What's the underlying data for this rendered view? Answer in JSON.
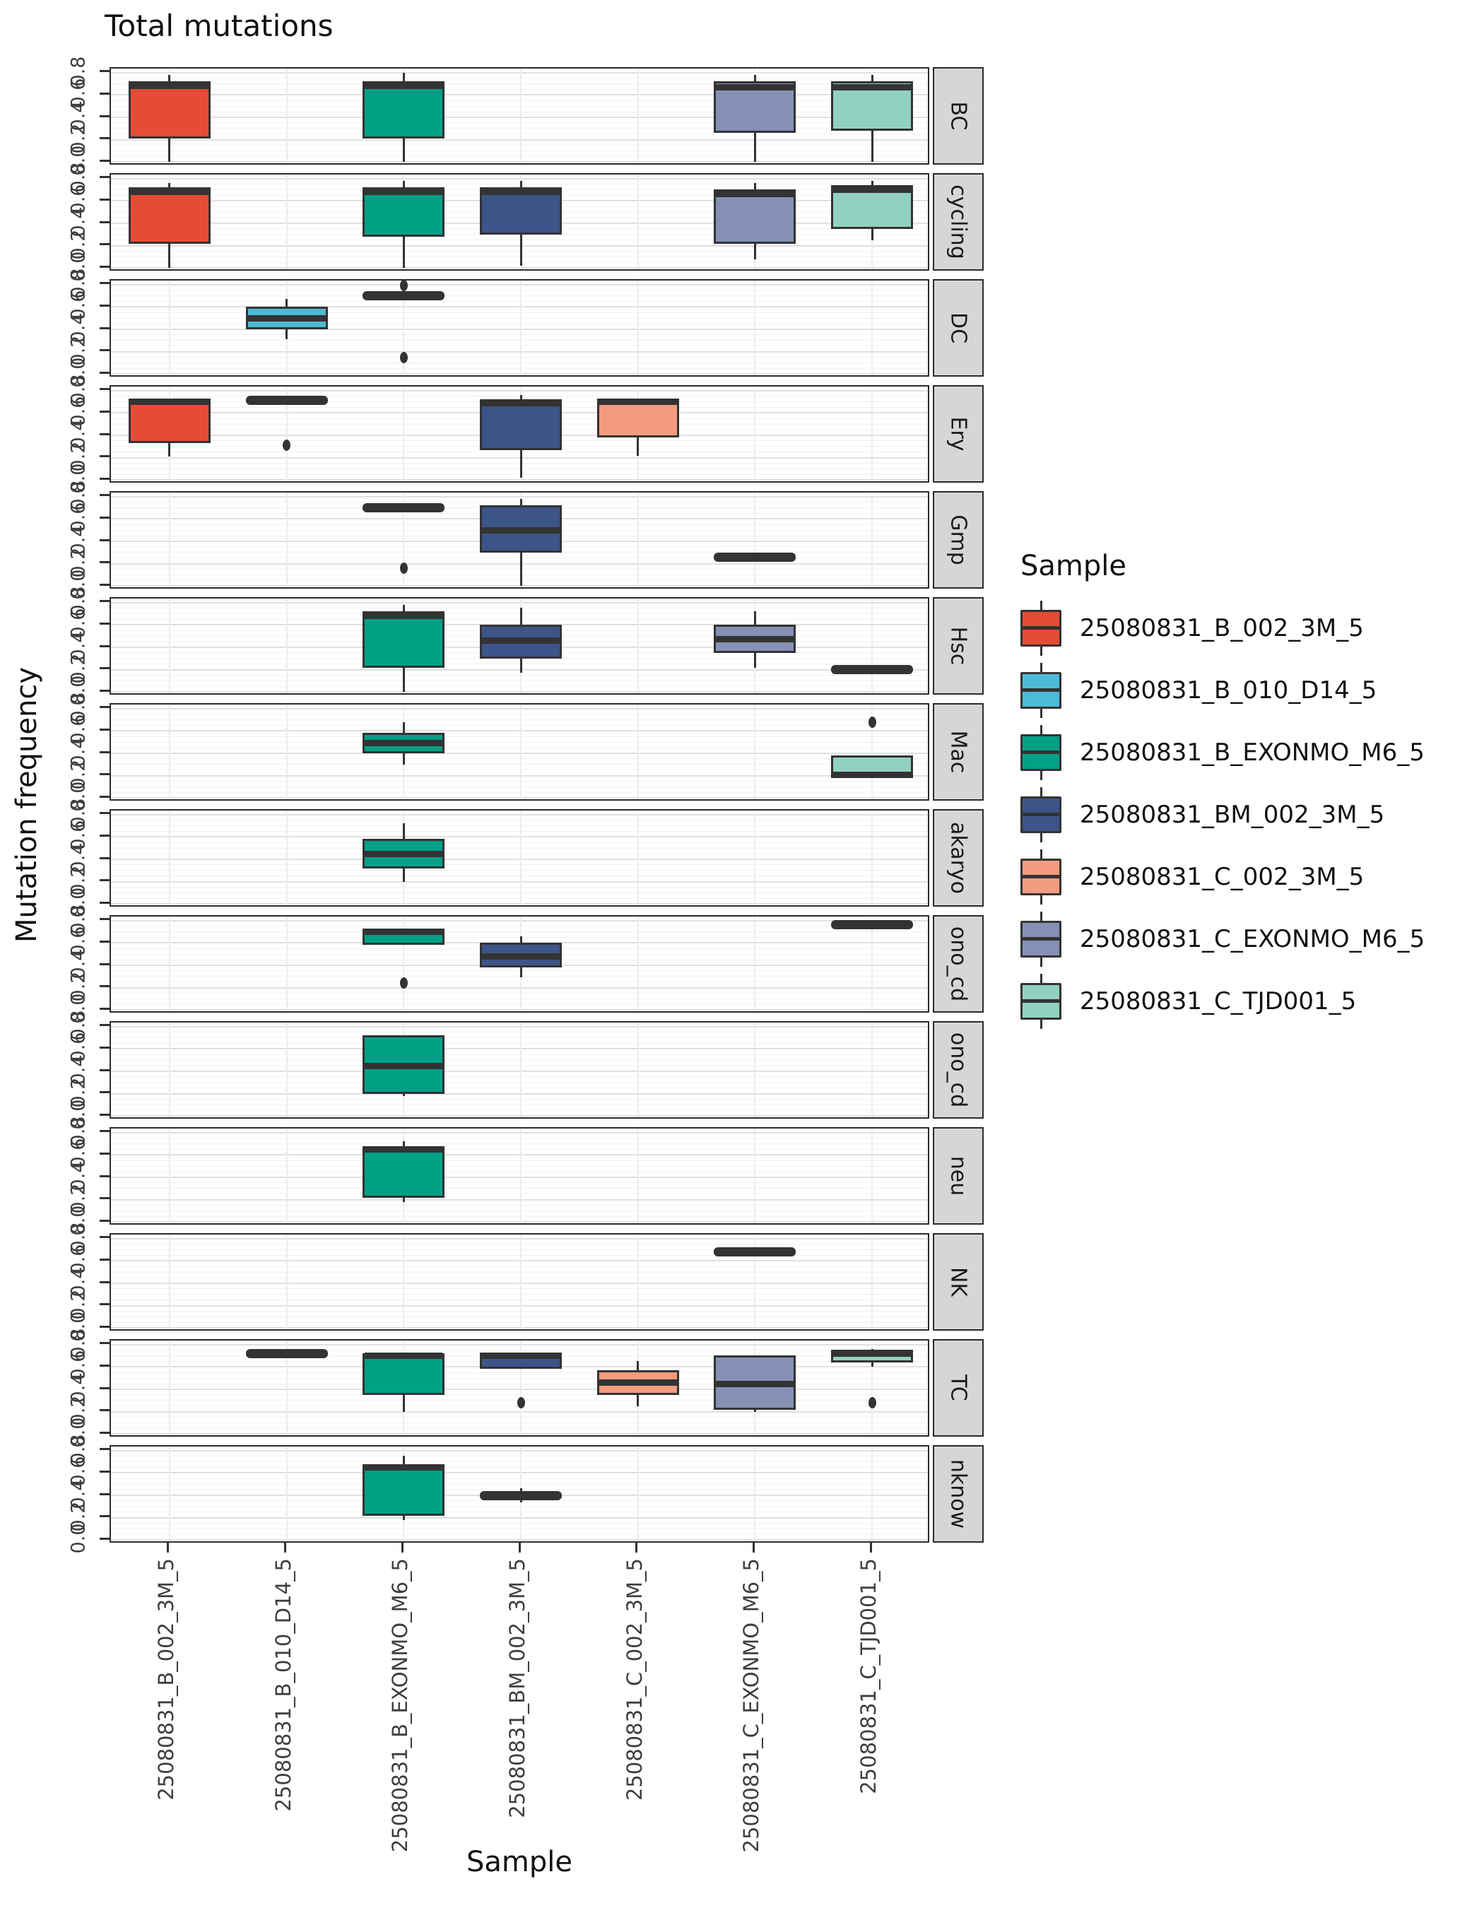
{
  "title": "Total mutations",
  "axes": {
    "x_label": "Sample",
    "y_label": "Mutation frequency"
  },
  "legend": {
    "title": "Sample",
    "entries": [
      {
        "label": "25080831_B_002_3M_5",
        "color": "#E64B35"
      },
      {
        "label": "25080831_B_010_D14_5",
        "color": "#4DBBD5"
      },
      {
        "label": "25080831_B_EXONMO_M6_5",
        "color": "#00A087"
      },
      {
        "label": "25080831_BM_002_3M_5",
        "color": "#3C5488"
      },
      {
        "label": "25080831_C_002_3M_5",
        "color": "#F39B7F"
      },
      {
        "label": "25080831_C_EXONMO_M6_5",
        "color": "#8491B4"
      },
      {
        "label": "25080831_C_TJD001_5",
        "color": "#91D1C2"
      }
    ]
  },
  "chart_data": {
    "type": "boxplot",
    "title": "Total mutations",
    "xlabel": "Sample",
    "ylabel": "Mutation frequency",
    "ylim": [
      0,
      0.8
    ],
    "y_tick_labels": [
      "0.8",
      "0.6",
      "0.4",
      "0.2",
      "0.0"
    ],
    "y_tick_values": [
      0.8,
      0.6,
      0.4,
      0.2,
      0.0
    ],
    "grid": true,
    "legend_position": "right",
    "categories": [
      "25080831_B_002_3M_5",
      "25080831_B_010_D14_5",
      "25080831_B_EXONMO_M6_5",
      "25080831_BM_002_3M_5",
      "25080831_C_002_3M_5",
      "25080831_C_EXONMO_M6_5",
      "25080831_C_TJD001_5"
    ],
    "palette": [
      "#E64B35",
      "#4DBBD5",
      "#00A087",
      "#3C5488",
      "#F39B7F",
      "#8491B4",
      "#91D1C2"
    ],
    "facets": [
      {
        "label": "BC",
        "boxes": [
          {
            "sample": 0,
            "q1": 0.21,
            "q3": 0.72,
            "median": 0.68,
            "whisker_low": 0.0,
            "whisker_high": 0.78,
            "outliers": []
          },
          {
            "sample": 2,
            "q1": 0.21,
            "q3": 0.72,
            "median": 0.68,
            "whisker_low": 0.0,
            "whisker_high": 0.8,
            "outliers": []
          },
          {
            "sample": 5,
            "q1": 0.26,
            "q3": 0.72,
            "median": 0.67,
            "whisker_low": 0.0,
            "whisker_high": 0.78,
            "outliers": []
          },
          {
            "sample": 6,
            "q1": 0.28,
            "q3": 0.72,
            "median": 0.67,
            "whisker_low": 0.0,
            "whisker_high": 0.78,
            "outliers": []
          }
        ]
      },
      {
        "label": "cycling",
        "boxes": [
          {
            "sample": 0,
            "q1": 0.22,
            "q3": 0.72,
            "median": 0.68,
            "whisker_low": 0.0,
            "whisker_high": 0.76,
            "outliers": []
          },
          {
            "sample": 2,
            "q1": 0.28,
            "q3": 0.72,
            "median": 0.68,
            "whisker_low": 0.0,
            "whisker_high": 0.78,
            "outliers": []
          },
          {
            "sample": 3,
            "q1": 0.3,
            "q3": 0.72,
            "median": 0.68,
            "whisker_low": 0.02,
            "whisker_high": 0.78,
            "outliers": []
          },
          {
            "sample": 5,
            "q1": 0.22,
            "q3": 0.7,
            "median": 0.66,
            "whisker_low": 0.08,
            "whisker_high": 0.76,
            "outliers": []
          },
          {
            "sample": 6,
            "q1": 0.35,
            "q3": 0.74,
            "median": 0.7,
            "whisker_low": 0.25,
            "whisker_high": 0.78,
            "outliers": []
          }
        ]
      },
      {
        "label": "DC",
        "boxes": [
          {
            "sample": 1,
            "q1": 0.4,
            "q3": 0.6,
            "median": 0.5,
            "whisker_low": 0.31,
            "whisker_high": 0.67,
            "outliers": []
          },
          {
            "sample": 2,
            "flat": 0.7,
            "outliers": [
              0.79,
              0.15
            ]
          }
        ]
      },
      {
        "label": "Ery",
        "boxes": [
          {
            "sample": 0,
            "q1": 0.33,
            "q3": 0.73,
            "median": 0.7,
            "whisker_low": 0.21,
            "whisker_high": 0.73,
            "outliers": []
          },
          {
            "sample": 1,
            "flat": 0.71,
            "outliers": [
              0.31
            ]
          },
          {
            "sample": 3,
            "q1": 0.27,
            "q3": 0.72,
            "median": 0.69,
            "whisker_low": 0.02,
            "whisker_high": 0.76,
            "outliers": []
          },
          {
            "sample": 4,
            "q1": 0.38,
            "q3": 0.73,
            "median": 0.7,
            "whisker_low": 0.22,
            "whisker_high": 0.73,
            "outliers": []
          }
        ]
      },
      {
        "label": "Gmp",
        "boxes": [
          {
            "sample": 2,
            "flat": 0.7,
            "outliers": [
              0.16
            ]
          },
          {
            "sample": 3,
            "q1": 0.3,
            "q3": 0.72,
            "median": 0.5,
            "whisker_low": 0.0,
            "whisker_high": 0.78,
            "outliers": []
          },
          {
            "sample": 5,
            "flat": 0.26,
            "outliers": []
          }
        ]
      },
      {
        "label": "Hsc",
        "boxes": [
          {
            "sample": 2,
            "q1": 0.22,
            "q3": 0.72,
            "median": 0.68,
            "whisker_low": 0.0,
            "whisker_high": 0.78,
            "outliers": []
          },
          {
            "sample": 3,
            "q1": 0.3,
            "q3": 0.6,
            "median": 0.46,
            "whisker_low": 0.17,
            "whisker_high": 0.75,
            "outliers": []
          },
          {
            "sample": 5,
            "q1": 0.35,
            "q3": 0.6,
            "median": 0.47,
            "whisker_low": 0.22,
            "whisker_high": 0.72,
            "outliers": []
          },
          {
            "sample": 6,
            "flat": 0.2,
            "outliers": []
          }
        ]
      },
      {
        "label": "Mac",
        "boxes": [
          {
            "sample": 2,
            "q1": 0.4,
            "q3": 0.58,
            "median": 0.49,
            "whisker_low": 0.3,
            "whisker_high": 0.68,
            "outliers": []
          },
          {
            "sample": 6,
            "q1": 0.18,
            "q3": 0.38,
            "median": 0.21,
            "whisker_low": null,
            "whisker_high": null,
            "outliers": [
              0.68
            ]
          }
        ]
      },
      {
        "label": "akaryo",
        "boxes": [
          {
            "sample": 2,
            "q1": 0.32,
            "q3": 0.58,
            "median": 0.45,
            "whisker_low": 0.2,
            "whisker_high": 0.72,
            "outliers": []
          }
        ]
      },
      {
        "label": "ono_cd",
        "boxes": [
          {
            "sample": 2,
            "q1": 0.58,
            "q3": 0.73,
            "median": 0.7,
            "whisker_low": null,
            "whisker_high": null,
            "outliers": [
              0.24
            ]
          },
          {
            "sample": 3,
            "q1": 0.38,
            "q3": 0.6,
            "median": 0.48,
            "whisker_low": 0.29,
            "whisker_high": 0.66,
            "outliers": []
          },
          {
            "sample": 6,
            "flat": 0.76,
            "outliers": []
          }
        ]
      },
      {
        "label": "ono_cd",
        "boxes": [
          {
            "sample": 2,
            "q1": 0.2,
            "q3": 0.72,
            "median": 0.45,
            "whisker_low": 0.18,
            "whisker_high": 0.72,
            "outliers": []
          }
        ]
      },
      {
        "label": "neu",
        "boxes": [
          {
            "sample": 2,
            "q1": 0.22,
            "q3": 0.68,
            "median": 0.65,
            "whisker_low": 0.18,
            "whisker_high": 0.72,
            "outliers": []
          }
        ]
      },
      {
        "label": "NK",
        "boxes": [
          {
            "sample": 5,
            "flat": 0.68,
            "outliers": []
          }
        ]
      },
      {
        "label": "TC",
        "boxes": [
          {
            "sample": 1,
            "flat": 0.72,
            "outliers": []
          },
          {
            "sample": 2,
            "q1": 0.35,
            "q3": 0.72,
            "median": 0.7,
            "whisker_low": 0.2,
            "whisker_high": 0.72,
            "outliers": []
          },
          {
            "sample": 3,
            "q1": 0.58,
            "q3": 0.73,
            "median": 0.7,
            "whisker_low": null,
            "whisker_high": null,
            "outliers": [
              0.28
            ]
          },
          {
            "sample": 4,
            "q1": 0.35,
            "q3": 0.57,
            "median": 0.46,
            "whisker_low": 0.25,
            "whisker_high": 0.65,
            "outliers": []
          },
          {
            "sample": 5,
            "q1": 0.22,
            "q3": 0.7,
            "median": 0.45,
            "whisker_low": 0.2,
            "whisker_high": 0.7,
            "outliers": []
          },
          {
            "sample": 6,
            "q1": 0.64,
            "q3": 0.75,
            "median": 0.72,
            "whisker_low": 0.6,
            "whisker_high": 0.76,
            "outliers": [
              0.28
            ]
          }
        ]
      },
      {
        "label": "nknow",
        "boxes": [
          {
            "sample": 2,
            "q1": 0.22,
            "q3": 0.68,
            "median": 0.65,
            "whisker_low": 0.18,
            "whisker_high": 0.75,
            "outliers": []
          },
          {
            "sample": 3,
            "flat": 0.4,
            "whisker_low": 0.34,
            "whisker_high": 0.46,
            "outliers": []
          }
        ]
      }
    ]
  }
}
